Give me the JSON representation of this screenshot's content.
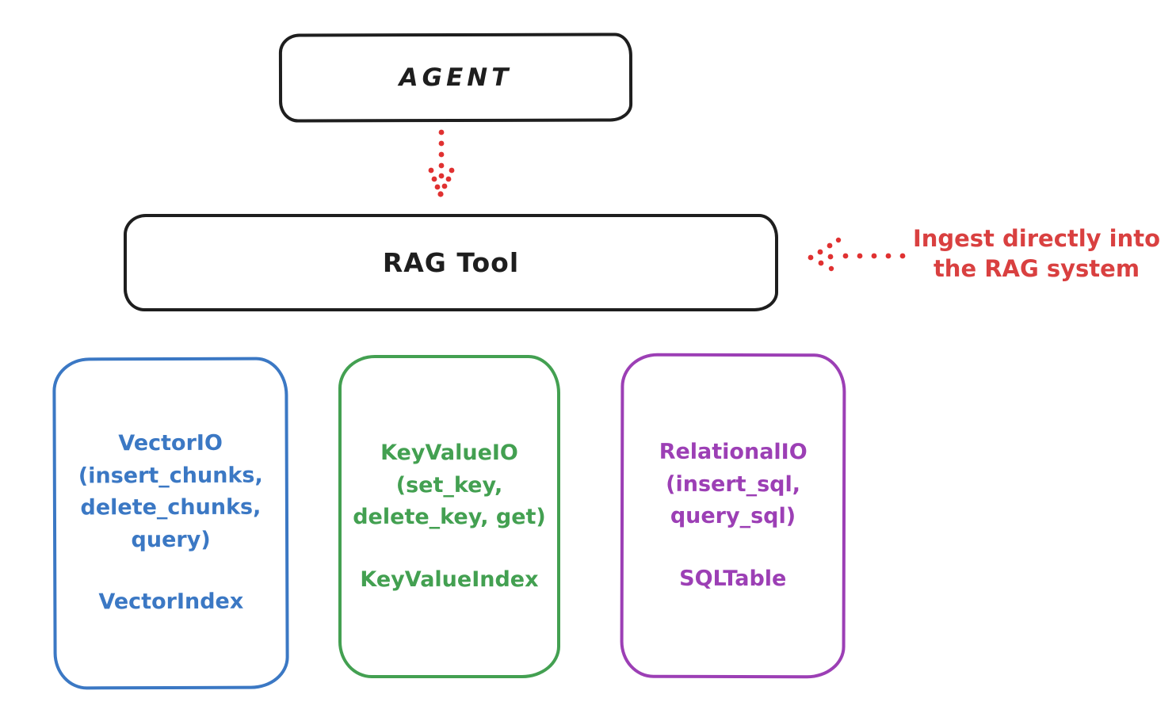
{
  "diagram": {
    "stroke_color": "#1e1e1e",
    "agent": {
      "label": "AGENT"
    },
    "rag_tool": {
      "label": "RAG Tool"
    },
    "arrows": {
      "color": "#e03131"
    },
    "annotation": {
      "line1": "Ingest directly into",
      "line2": "the RAG system",
      "color": "#d94040"
    },
    "nodes": [
      {
        "id": "vector-io",
        "color": "#3b78c4",
        "title": "VectorIO",
        "method_lines": [
          "(insert_chunks,",
          "delete_chunks,",
          "query)"
        ],
        "index_label": "VectorIndex"
      },
      {
        "id": "keyvalue-io",
        "color": "#43a051",
        "title": "KeyValueIO",
        "method_lines": [
          "(set_key,",
          "delete_key, get)"
        ],
        "index_label": "KeyValueIndex"
      },
      {
        "id": "relational-io",
        "color": "#9c3fb5",
        "title": "RelationalIO",
        "method_lines": [
          "(insert_sql,",
          "query_sql)"
        ],
        "index_label": "SQLTable"
      }
    ]
  }
}
